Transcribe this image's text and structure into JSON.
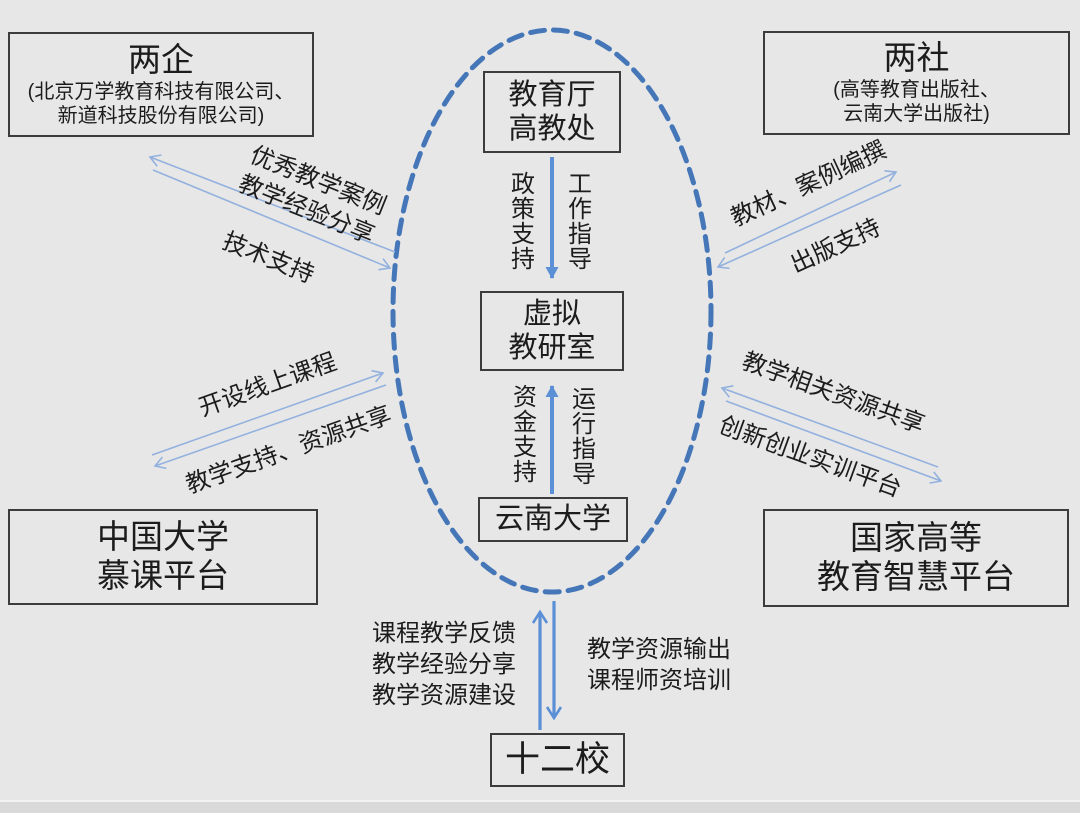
{
  "diagram": {
    "title_semantic": "virtual-teaching-research-office-ecosystem",
    "boxes": {
      "two_companies": {
        "title": "两企",
        "sub1": "(北京万学教育科技有限公司、",
        "sub2": "新道科技股份有限公司)"
      },
      "two_presses": {
        "title": "两社",
        "sub1": "(高等教育出版社、",
        "sub2": "云南大学出版社)"
      },
      "education_dept": {
        "line1": "教育厅",
        "line2": "高教处"
      },
      "virtual_office": {
        "line1": "虚拟",
        "line2": "教研室"
      },
      "yunnan_university": {
        "title": "云南大学"
      },
      "mooc_platform": {
        "line1": "中国大学",
        "line2": "慕课平台"
      },
      "national_platform": {
        "line1": "国家高等",
        "line2": "教育智慧平台"
      },
      "twelve_schools": {
        "title": "十二校"
      }
    },
    "arrows": {
      "policy_support": "政策支持",
      "work_guidance": "工作指导",
      "funding_support": "资金支持",
      "operation_guidance": "运行指导",
      "tl_out_line1": "优秀教学案例",
      "tl_out_line2": "教学经验分享",
      "tl_in": "技术支持",
      "tr_out": "教材、案例编撰",
      "tr_in": "出版支持",
      "bl_out": "开设线上课程",
      "bl_in": "教学支持、资源共享",
      "br_out": "教学相关资源共享",
      "br_in": "创新创业实训平台",
      "bottom_up_1": "课程教学反馈",
      "bottom_up_2": "教学经验分享",
      "bottom_up_3": "教学资源建设",
      "bottom_down_1": "教学资源输出",
      "bottom_down_2": "课程师资培训"
    },
    "colors": {
      "background": "#e7e7e7",
      "ellipse": "#4576b8",
      "arrow_thick": "#5b8fd6",
      "arrow_thin": "#93b1de",
      "box_border": "#3c3c3c",
      "text": "#1c1c1c",
      "bottom_strip": "#d9d9d9"
    }
  }
}
